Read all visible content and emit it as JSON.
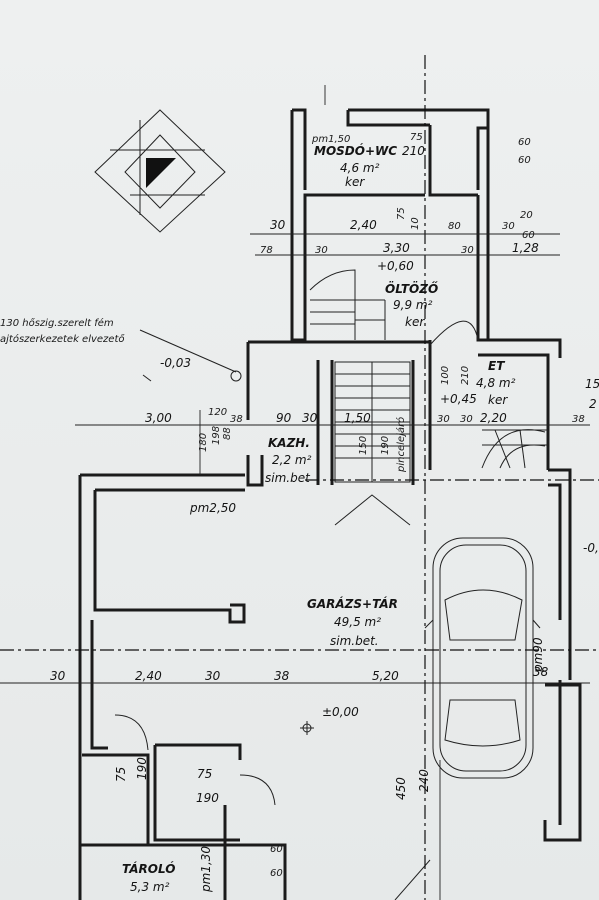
{
  "rooms": {
    "mosdo": {
      "name": "MOSDÓ+WC",
      "area": "4,6 m²",
      "floor": "ker",
      "height": "pm1,50",
      "dim": "210"
    },
    "oltozo": {
      "name": "ÖLTÖZŐ",
      "area": "9,9 m²",
      "floor": "ker"
    },
    "et": {
      "name": "ET",
      "area": "4,8 m²",
      "floor": "ker"
    },
    "kazh": {
      "name": "KAZH.",
      "area": "2,2 m²",
      "floor": "sim.bet"
    },
    "garazs": {
      "name": "GARÁZS+TÁR",
      "area": "49,5 m²",
      "floor": "sim.bet."
    },
    "tarolo": {
      "name": "TÁROLÓ",
      "area": "5,3 m²"
    }
  },
  "annotations": {
    "note_line1": "130 hőszig.szerelt fém",
    "note_line2": "ajtószerkezetek elvezető",
    "level_minus": "-0,03",
    "level_plus_060": "+0,60",
    "level_plus_045": "+0,45",
    "level_zero": "±0,00",
    "pincelejaro": "pincelejáró",
    "pm250": "pm2,50",
    "pm90": "pm90",
    "pm130": "pm1,30",
    "edge_minus": "-0,",
    "edge_15": "15",
    "edge_2": "2"
  },
  "dimensions": {
    "top_60a": "60",
    "top_60b": "60",
    "top_75": "75",
    "d_30": "30",
    "d_240": "2,40",
    "d_75v": "75",
    "d_10": "10",
    "d_80": "80",
    "d_30b": "30",
    "d_20": "20",
    "d_60": "60",
    "d_78": "78",
    "d_30c": "30",
    "d_330": "3,30",
    "d_30d": "30",
    "d_128": "1,28",
    "d_300": "3,00",
    "d_120": "120",
    "d_38": "38",
    "d_90": "90",
    "d_30e": "30",
    "d_150": "1,50",
    "d_30f": "30",
    "d_30g": "30",
    "d_220": "2,20",
    "d_38b": "38",
    "v_180": "180",
    "v_198": "198",
    "v_88": "88",
    "v_150": "150",
    "v_190": "190",
    "v_100": "100",
    "v_210": "210",
    "b_30": "30",
    "b_240": "2,40",
    "b_30b": "30",
    "b_38": "38",
    "b_520": "5,20",
    "b_38b": "38",
    "t_75": "75",
    "t_190": "190",
    "t_75b": "75",
    "t_190b": "190",
    "t_450": "450",
    "t_240": "240",
    "t_60": "60",
    "t_60b": "60"
  }
}
